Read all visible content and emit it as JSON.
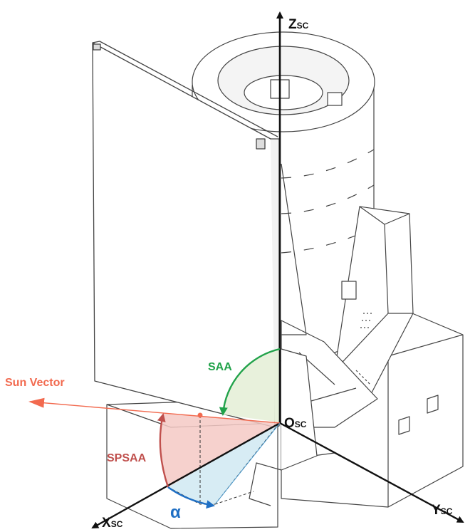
{
  "labels": {
    "z_axis_main": "Z",
    "z_axis_sub": "SC",
    "y_axis_main": "Y",
    "y_axis_sub": "SC",
    "x_axis_main": "X",
    "x_axis_sub": "SC",
    "origin_main": "O",
    "origin_sub": "SC",
    "sun_vector": "Sun Vector",
    "saa": "SAA",
    "spsaa": "SPSAA",
    "alpha": "α"
  },
  "colors": {
    "sun_vector": "#f26a4f",
    "saa": "#21a24a",
    "saa_fill": "#e6f0d8",
    "spsaa": "#c0504d",
    "spsaa_fill": "#f4c9c4",
    "alpha": "#1f6fc4",
    "alpha_fill": "#d3eaf3",
    "axis": "#111111",
    "drawing": "#444444"
  }
}
